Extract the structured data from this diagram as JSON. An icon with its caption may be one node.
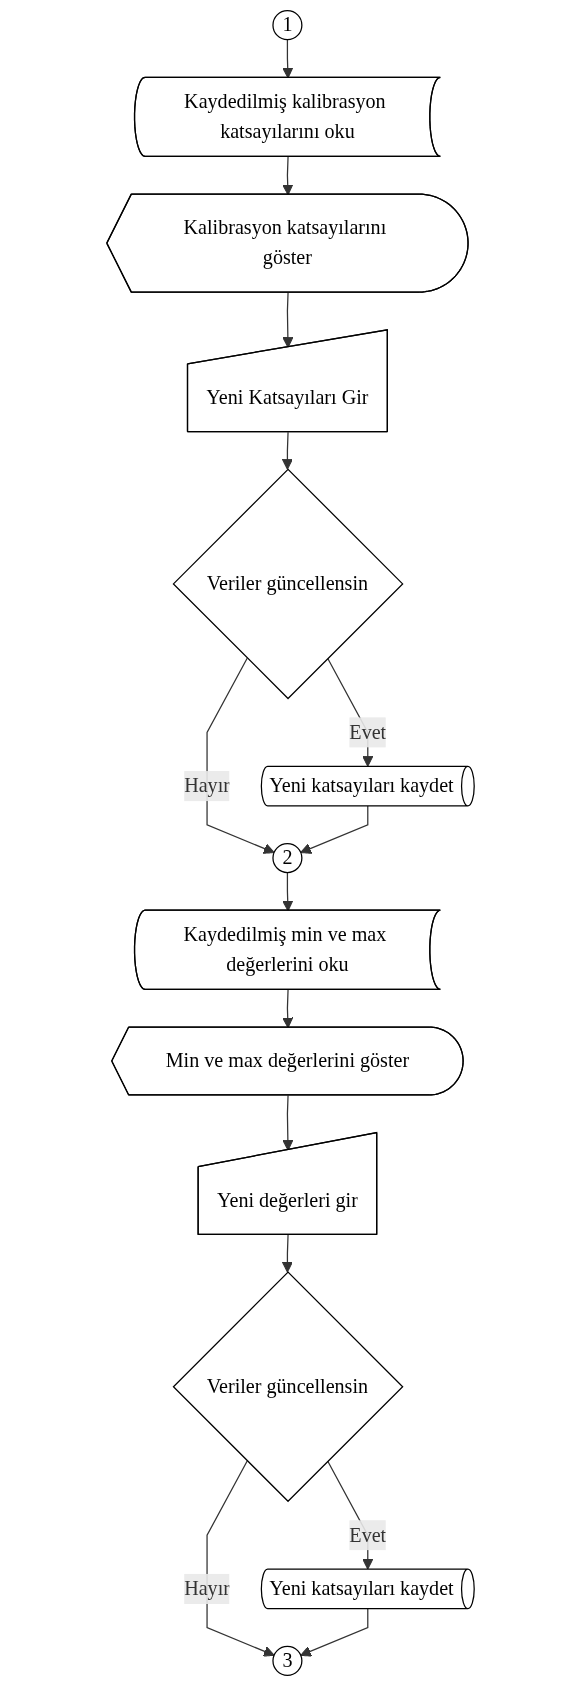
{
  "diagram": {
    "nodes": [
      {
        "text": [
          "1"
        ]
      },
      {
        "text": [
          "Kaydedilmiş kalibrasyon katsayılarını oku"
        ]
      },
      {
        "text": [
          "Kalibrasyon katsayılarını göster"
        ]
      },
      {
        "text": [
          "Yeni Katsayıları Gir"
        ]
      },
      {
        "text": [
          "Veriler güncellensin"
        ]
      },
      {
        "text": [
          "Yeni katsayıları kaydet"
        ]
      },
      {
        "text": [
          "2"
        ]
      },
      {
        "text": [
          "Kaydedilmiş min ve max değerlerini oku"
        ]
      },
      {
        "text": [
          "Min ve max değerlerini göster"
        ]
      },
      {
        "text": [
          "Yeni değerleri gir"
        ]
      },
      {
        "text": [
          "Veriler güncellensin"
        ]
      },
      {
        "text": [
          "Yeni katsayıları kaydet"
        ]
      },
      {
        "text": [
          "3"
        ]
      }
    ],
    "edges": [
      {
        "from": 0,
        "to": 1,
        "arrow": "to"
      },
      {
        "from": 1,
        "to": 2,
        "arrow": "to"
      },
      {
        "from": 2,
        "to": 3,
        "arrow": "to"
      },
      {
        "from": 3,
        "to": 4,
        "arrow": "to"
      },
      {
        "from": 4,
        "to": 5,
        "arrow": "to",
        "label": "Evet"
      },
      {
        "from": 4,
        "to": 6,
        "arrow": "to",
        "label": "Hayır"
      },
      {
        "from": 5,
        "to": 6,
        "arrow": "to"
      },
      {
        "from": 6,
        "to": 7,
        "arrow": "to"
      },
      {
        "from": 7,
        "to": 8,
        "arrow": "to"
      },
      {
        "from": 8,
        "to": 9,
        "arrow": "to"
      },
      {
        "from": 9,
        "to": 10,
        "arrow": "to"
      },
      {
        "from": 10,
        "to": 11,
        "arrow": "to",
        "label": "Evet"
      },
      {
        "from": 10,
        "to": 12,
        "arrow": "to",
        "label": "Hayır"
      },
      {
        "from": 11,
        "to": 12,
        "arrow": "to"
      }
    ]
  }
}
